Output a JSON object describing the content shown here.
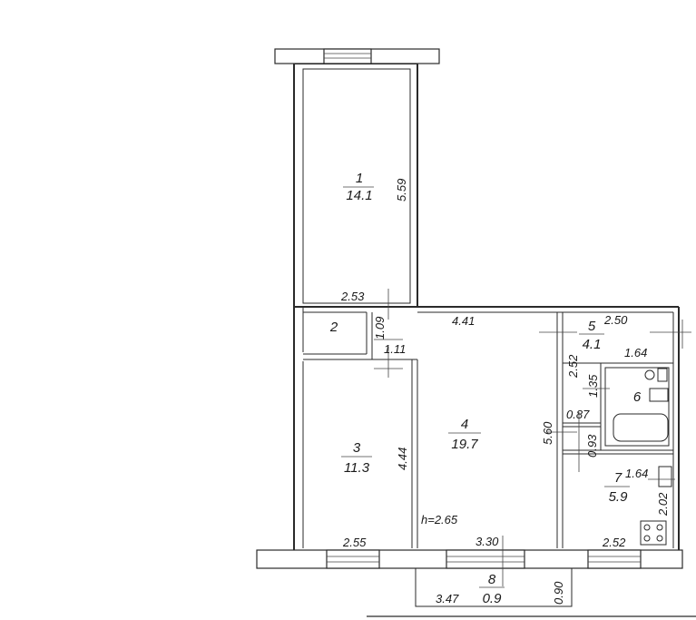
{
  "rooms": [
    {
      "id": "1",
      "number": "1",
      "area": "14.1"
    },
    {
      "id": "2",
      "number": "2",
      "area": ""
    },
    {
      "id": "3",
      "number": "3",
      "area": "11.3"
    },
    {
      "id": "4",
      "number": "4",
      "area": "19.7"
    },
    {
      "id": "5",
      "number": "5",
      "area": "4.1"
    },
    {
      "id": "6",
      "number": "6",
      "area": ""
    },
    {
      "id": "7",
      "number": "7",
      "area": "5.9"
    },
    {
      "id": "8",
      "number": "8",
      "area": "0.9"
    }
  ],
  "dimensions": {
    "room1_height": "5.59",
    "room1_bottom": "2.53",
    "room2_height": "1.09",
    "room2_door": "1.11",
    "room3_height": "4.44",
    "room3_bottom": "2.55",
    "room4_top": "4.41",
    "room4_height": "5.60",
    "room4_bottom": "3.30",
    "room5_top": "2.50",
    "room5_side": "2.52",
    "room6_top": "1.64",
    "room6_side": "1.35",
    "corridor_small": "0.87",
    "corridor_side": "0.93",
    "room7_top": "1.64",
    "room7_side": "2.02",
    "room7_bottom": "2.52",
    "balcony_width": "3.47",
    "balcony_depth": "0.90"
  },
  "ceiling_height": "h=2.65"
}
